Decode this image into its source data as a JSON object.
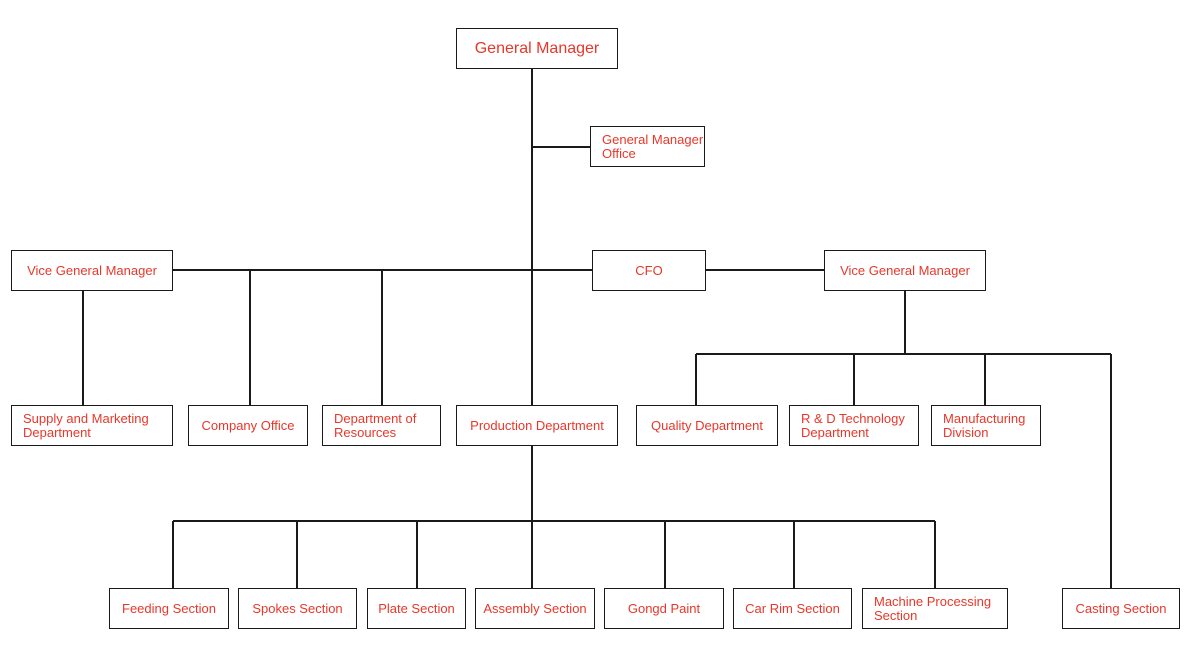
{
  "diagram": {
    "general_manager": "General Manager",
    "gm_office": "General Manager Office",
    "vgm_left": "Vice General Manager",
    "cfo": "CFO",
    "vgm_right": "Vice General Manager",
    "supply_marketing": "Supply and Marketing Department",
    "company_office": "Company Office",
    "dept_resources": "Department of Resources",
    "production_dept": "Production Department",
    "quality_dept": "Quality Department",
    "rd_tech": "R & D Technology Department",
    "manufacturing": "Manufacturing Division",
    "feeding": "Feeding Section",
    "spokes": "Spokes Section",
    "plate": "Plate Section",
    "assembly": "Assembly Section",
    "gongd": "Gongd Paint",
    "car_rim": "Car Rim Section",
    "machine": "Machine Processing Section",
    "casting": "Casting Section"
  },
  "colors": {
    "text": "#e8372a",
    "line": "#1a1a1a"
  }
}
